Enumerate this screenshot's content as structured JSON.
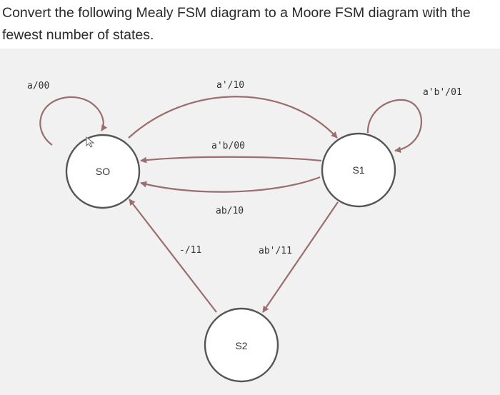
{
  "question": "Convert the following Mealy FSM diagram to a Moore FSM diagram with the fewest number of states.",
  "colors": {
    "edge": "#9a6d6f",
    "node_stroke": "#555555",
    "panel_background": "#f1f1f1"
  },
  "diagram": {
    "states": [
      {
        "id": "S0",
        "label": "SO"
      },
      {
        "id": "S1",
        "label": "S1"
      },
      {
        "id": "S2",
        "label": "S2"
      }
    ],
    "transitions": [
      {
        "from": "S0",
        "to": "S0",
        "label": "a/00"
      },
      {
        "from": "S0",
        "to": "S1",
        "label": "a'/10"
      },
      {
        "from": "S1",
        "to": "S0",
        "label": "a'b/00"
      },
      {
        "from": "S1",
        "to": "S0",
        "label": "ab/10"
      },
      {
        "from": "S1",
        "to": "S1",
        "label": "a'b'/01"
      },
      {
        "from": "S1",
        "to": "S2",
        "label": "ab'/11"
      },
      {
        "from": "S2",
        "to": "S0",
        "label": "-/11"
      }
    ]
  }
}
